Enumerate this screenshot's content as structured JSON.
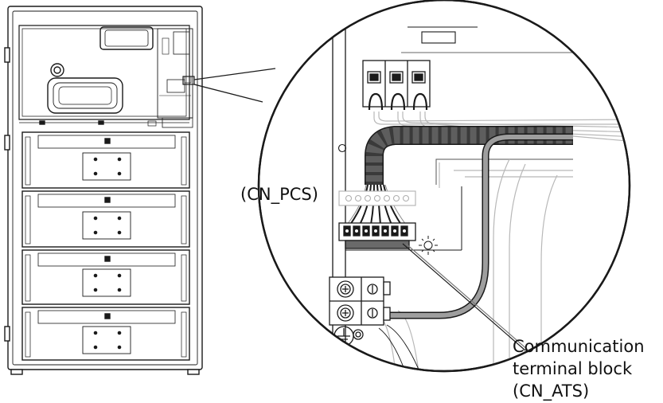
{
  "diagram": {
    "labels": {
      "cn_pcs": "(CN_PCS)",
      "communication_line1": "Communication",
      "communication_line2": "terminal block",
      "communication_line3": "(CN_ATS)"
    },
    "colors": {
      "stroke": "#1a1a1a",
      "cable_dark": "#5a5a5a",
      "cable_light": "#a0a0a0",
      "paper": "#ffffff"
    }
  }
}
